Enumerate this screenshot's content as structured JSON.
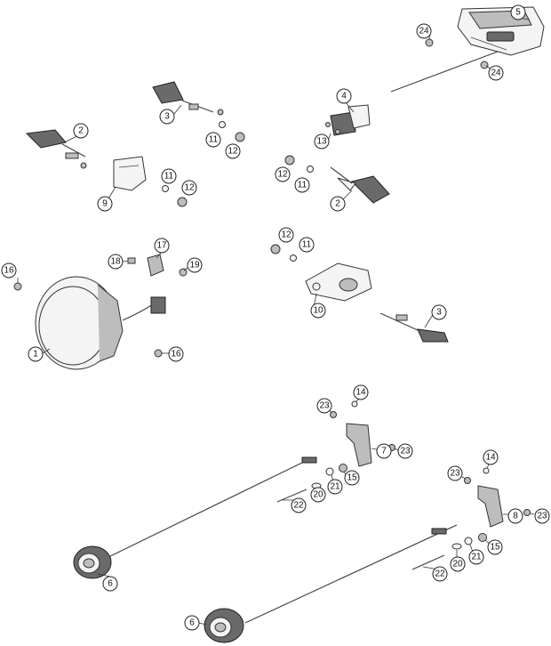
{
  "callouts": [
    {
      "id": "c5",
      "label": "5"
    },
    {
      "id": "c24a",
      "label": "24"
    },
    {
      "id": "c24b",
      "label": "24"
    },
    {
      "id": "c4",
      "label": "4"
    },
    {
      "id": "c13",
      "label": "13"
    },
    {
      "id": "c3a",
      "label": "3"
    },
    {
      "id": "c11a",
      "label": "11"
    },
    {
      "id": "c12a",
      "label": "12"
    },
    {
      "id": "c2a",
      "label": "2"
    },
    {
      "id": "c9",
      "label": "9"
    },
    {
      "id": "c11b",
      "label": "11"
    },
    {
      "id": "c12b",
      "label": "12"
    },
    {
      "id": "c12c",
      "label": "12"
    },
    {
      "id": "c11c",
      "label": "11"
    },
    {
      "id": "c2b",
      "label": "2"
    },
    {
      "id": "c17",
      "label": "17"
    },
    {
      "id": "c18",
      "label": "18"
    },
    {
      "id": "c19",
      "label": "19"
    },
    {
      "id": "c16a",
      "label": "16"
    },
    {
      "id": "c12d",
      "label": "12"
    },
    {
      "id": "c11d",
      "label": "11"
    },
    {
      "id": "c10",
      "label": "10"
    },
    {
      "id": "c3b",
      "label": "3"
    },
    {
      "id": "c1",
      "label": "1"
    },
    {
      "id": "c16b",
      "label": "16"
    },
    {
      "id": "c14a",
      "label": "14"
    },
    {
      "id": "c23a",
      "label": "23"
    },
    {
      "id": "c7",
      "label": "7"
    },
    {
      "id": "c23b",
      "label": "23"
    },
    {
      "id": "c15a",
      "label": "15"
    },
    {
      "id": "c21a",
      "label": "21"
    },
    {
      "id": "c20a",
      "label": "20"
    },
    {
      "id": "c22a",
      "label": "22"
    },
    {
      "id": "c14b",
      "label": "14"
    },
    {
      "id": "c23c",
      "label": "23"
    },
    {
      "id": "c8",
      "label": "8"
    },
    {
      "id": "c23d",
      "label": "23"
    },
    {
      "id": "c15b",
      "label": "15"
    },
    {
      "id": "c21b",
      "label": "21"
    },
    {
      "id": "c20b",
      "label": "20"
    },
    {
      "id": "c22b",
      "label": "22"
    },
    {
      "id": "c6a",
      "label": "6"
    },
    {
      "id": "c6b",
      "label": "6"
    }
  ]
}
